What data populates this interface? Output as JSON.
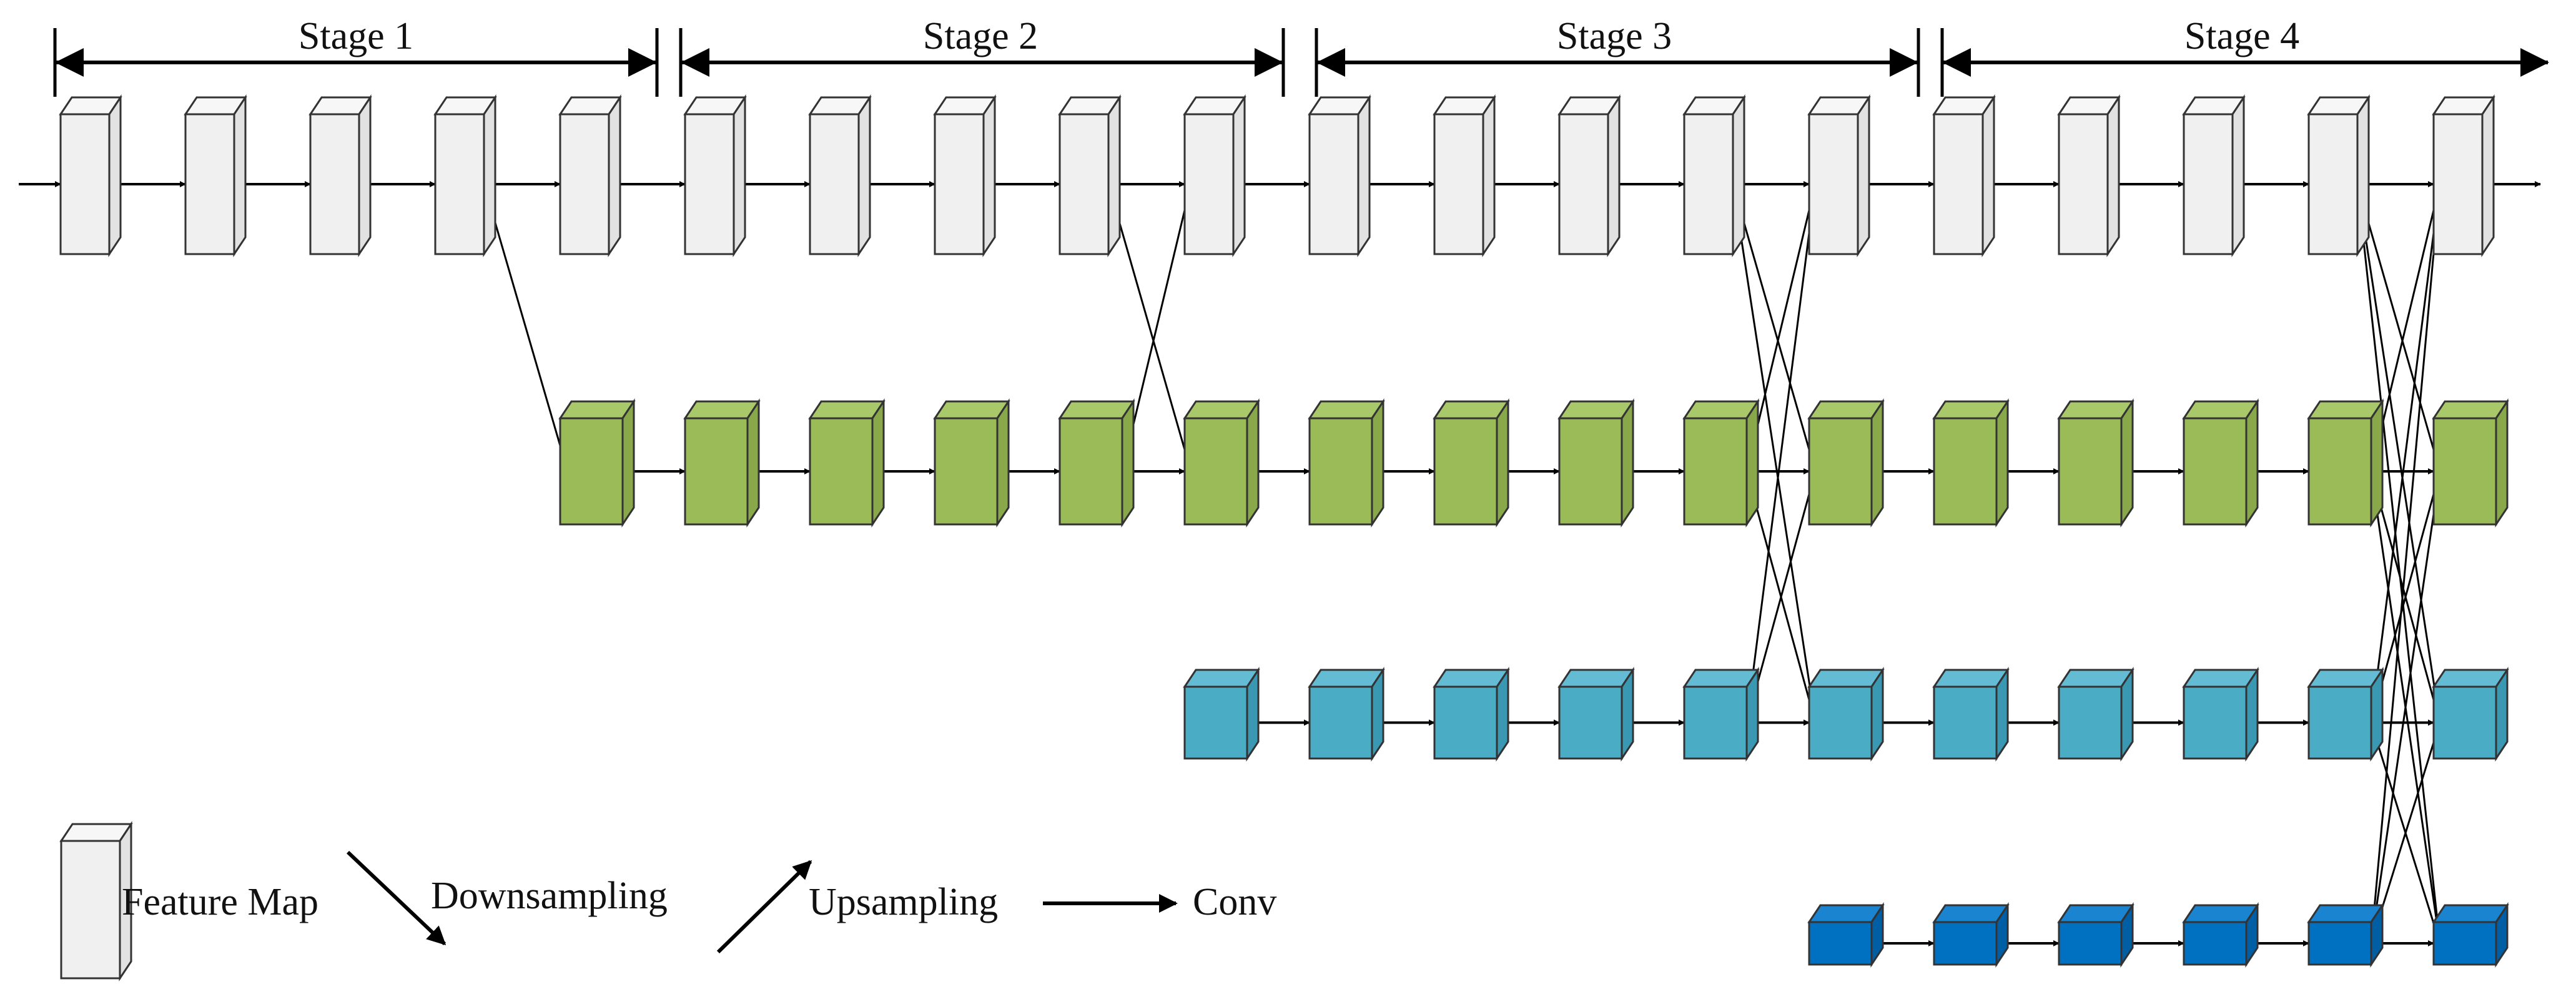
{
  "stages": [
    {
      "label": "Stage 1"
    },
    {
      "label": "Stage 2"
    },
    {
      "label": "Stage 3"
    },
    {
      "label": "Stage 4"
    }
  ],
  "branches": [
    {
      "name": "branch-1",
      "fill": "#f0f0f0",
      "side": "#e2e2e2",
      "top": "#f7f7f7",
      "blocks": 20
    },
    {
      "name": "branch-2",
      "fill": "#9bbb59",
      "side": "#88a84a",
      "top": "#a9c86a",
      "blocks": 16
    },
    {
      "name": "branch-3",
      "fill": "#4bacc6",
      "side": "#3b98b2",
      "top": "#63bcd4",
      "blocks": 11
    },
    {
      "name": "branch-4",
      "fill": "#0070c0",
      "side": "#005ea5",
      "top": "#1a84d0",
      "blocks": 6
    }
  ],
  "legend": {
    "feature_map": "Feature Map",
    "downsampling": "Downsampling",
    "upsampling": "Upsampling",
    "conv": "Conv"
  },
  "colors": {
    "line": "#000000",
    "block_stroke": "#333333"
  }
}
